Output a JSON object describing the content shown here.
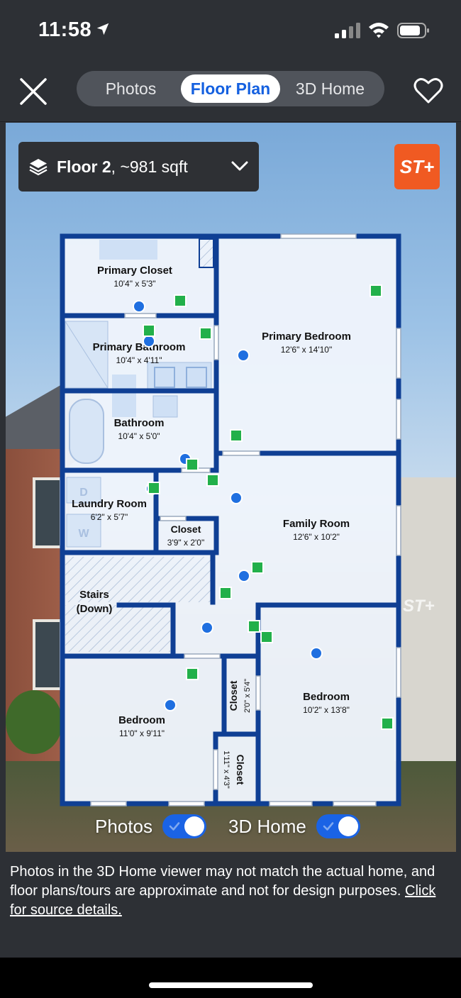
{
  "status": {
    "time": "11:58"
  },
  "nav": {
    "tabs": [
      {
        "label": "Photos",
        "active": false
      },
      {
        "label": "Floor Plan",
        "active": true
      },
      {
        "label": "3D Home",
        "active": false
      }
    ]
  },
  "floor_selector": {
    "floor": "Floor 2",
    "area": ", ~981 sqft"
  },
  "badge": {
    "label": "ST+"
  },
  "watermark": "ST+",
  "rooms": [
    {
      "name": "Primary Closet",
      "dims": "10'4\" x 5'3\""
    },
    {
      "name": "Primary Bedroom",
      "dims": "12'6\" x 14'10\""
    },
    {
      "name": "Primary Bathroom",
      "dims": "10'4\" x 4'11\""
    },
    {
      "name": "Bathroom",
      "dims": "10'4\" x 5'0\""
    },
    {
      "name": "Laundry Room",
      "dims": "6'2\" x 5'7\""
    },
    {
      "name": "Closet",
      "dims": "3'9\" x 2'0\""
    },
    {
      "name": "Family Room",
      "dims": "12'6\" x 10'2\""
    },
    {
      "name": "Stairs",
      "dims": "(Down)"
    },
    {
      "name": "Bedroom",
      "dims": "11'0\" x 9'11\""
    },
    {
      "name": "Closet",
      "dims": "2'0\" x 5'4\""
    },
    {
      "name": "Bedroom",
      "dims": "10'2\" x 13'8\""
    },
    {
      "name": "Closet",
      "dims": "1'11\" x 4'3\""
    }
  ],
  "fixtures": {
    "dryer": "D",
    "washer": "W"
  },
  "toggles": [
    {
      "label": "Photos",
      "on": true
    },
    {
      "label": "3D Home",
      "on": true
    }
  ],
  "disclaimer": {
    "text": "Photos in the 3D Home viewer may not match the actual home, and floor plans/tours are approximate and not for design purposes. ",
    "link": "Click for source details."
  },
  "colors": {
    "accent": "#1460e0",
    "wall": "#0f3f94",
    "badge": "#f05a22",
    "photo_marker": "#1f6fe0",
    "tour_marker": "#22b04a"
  }
}
